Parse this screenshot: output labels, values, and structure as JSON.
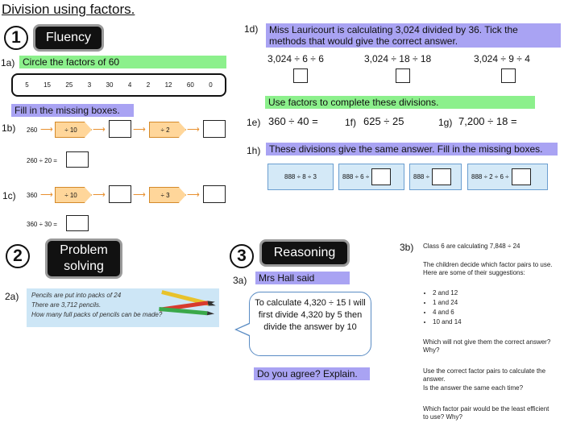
{
  "title": "Division using factors.",
  "sections": {
    "fluency": {
      "number": "1",
      "label": "Fluency"
    },
    "problem_solving": {
      "number": "2",
      "label_line1": "Problem",
      "label_line2": "solving"
    },
    "reasoning": {
      "number": "3",
      "label": "Reasoning"
    }
  },
  "q1a": {
    "label": "1a)",
    "instruction": "Circle the factors of 60",
    "numbers": [
      "5",
      "15",
      "25",
      "3",
      "30",
      "4",
      "2",
      "12",
      "60",
      "0"
    ]
  },
  "fill_missing": "Fill in the missing boxes.",
  "q1b": {
    "label": "1b)",
    "start": "260",
    "op1": "÷ 10",
    "op2": "÷ 2",
    "check": "260 ÷ 20 ="
  },
  "q1c": {
    "label": "1c)",
    "start": "360",
    "op1": "÷ 10",
    "op2": "÷ 3",
    "check": "360 ÷ 30 ="
  },
  "q1d": {
    "label": "1d)",
    "text": "Miss Lauricourt is calculating 3,024 divided by 36. Tick the methods that would give the correct answer.",
    "methods": [
      "3,024 ÷ 6 ÷ 6",
      "3,024 ÷ 18 ÷ 18",
      "3,024 ÷ 9 ÷ 4"
    ]
  },
  "use_factors": "Use factors to complete these divisions.",
  "q1e": {
    "label": "1e)",
    "expr": "360 ÷ 40 ="
  },
  "q1f": {
    "label": "1f)",
    "expr": "625 ÷ 25"
  },
  "q1g": {
    "label": "1g)",
    "expr": "7,200 ÷ 18 ="
  },
  "q1h": {
    "label": "1h)",
    "text": "These divisions give the same answer. Fill in the missing boxes.",
    "cards": [
      "888 ÷ 8 ÷ 3",
      "888 ÷ 6 ÷",
      "888 ÷",
      "888 ÷ 2 ÷ 6 ÷"
    ]
  },
  "q2a": {
    "label": "2a)",
    "lines": [
      "Pencils are put into packs of 24",
      "There are 3,712 pencils.",
      "How many full packs of pencils can be made?"
    ]
  },
  "q3a": {
    "label": "3a)",
    "speaker": "Mrs Hall said",
    "quote": "To calculate 4,320 ÷ 15 I will first divide 4,320 by 5 then divide the answer by 10",
    "prompt": "Do you agree? Explain."
  },
  "q3b": {
    "label": "3b)",
    "intro": "Class 6 are calculating 7,848 ÷ 24",
    "para": "The children decide which factor pairs to use. Here are some of their suggestions:",
    "suggestions": [
      "2 and 12",
      "1 and 24",
      "4 and 6",
      "10 and 14"
    ],
    "q1": "Which will not give them the correct answer? Why?",
    "q2": "Use the correct factor pairs to calculate the answer.",
    "q3": "Is the answer the same each time?",
    "q4": "Which factor pair would be the least efficient to use? Why?"
  },
  "colors": {
    "green_highlight": "#8cf08c",
    "lavender_highlight": "#a9a3f3",
    "orange_op": "#ffd69a",
    "blue_card": "#d4e9f7"
  }
}
